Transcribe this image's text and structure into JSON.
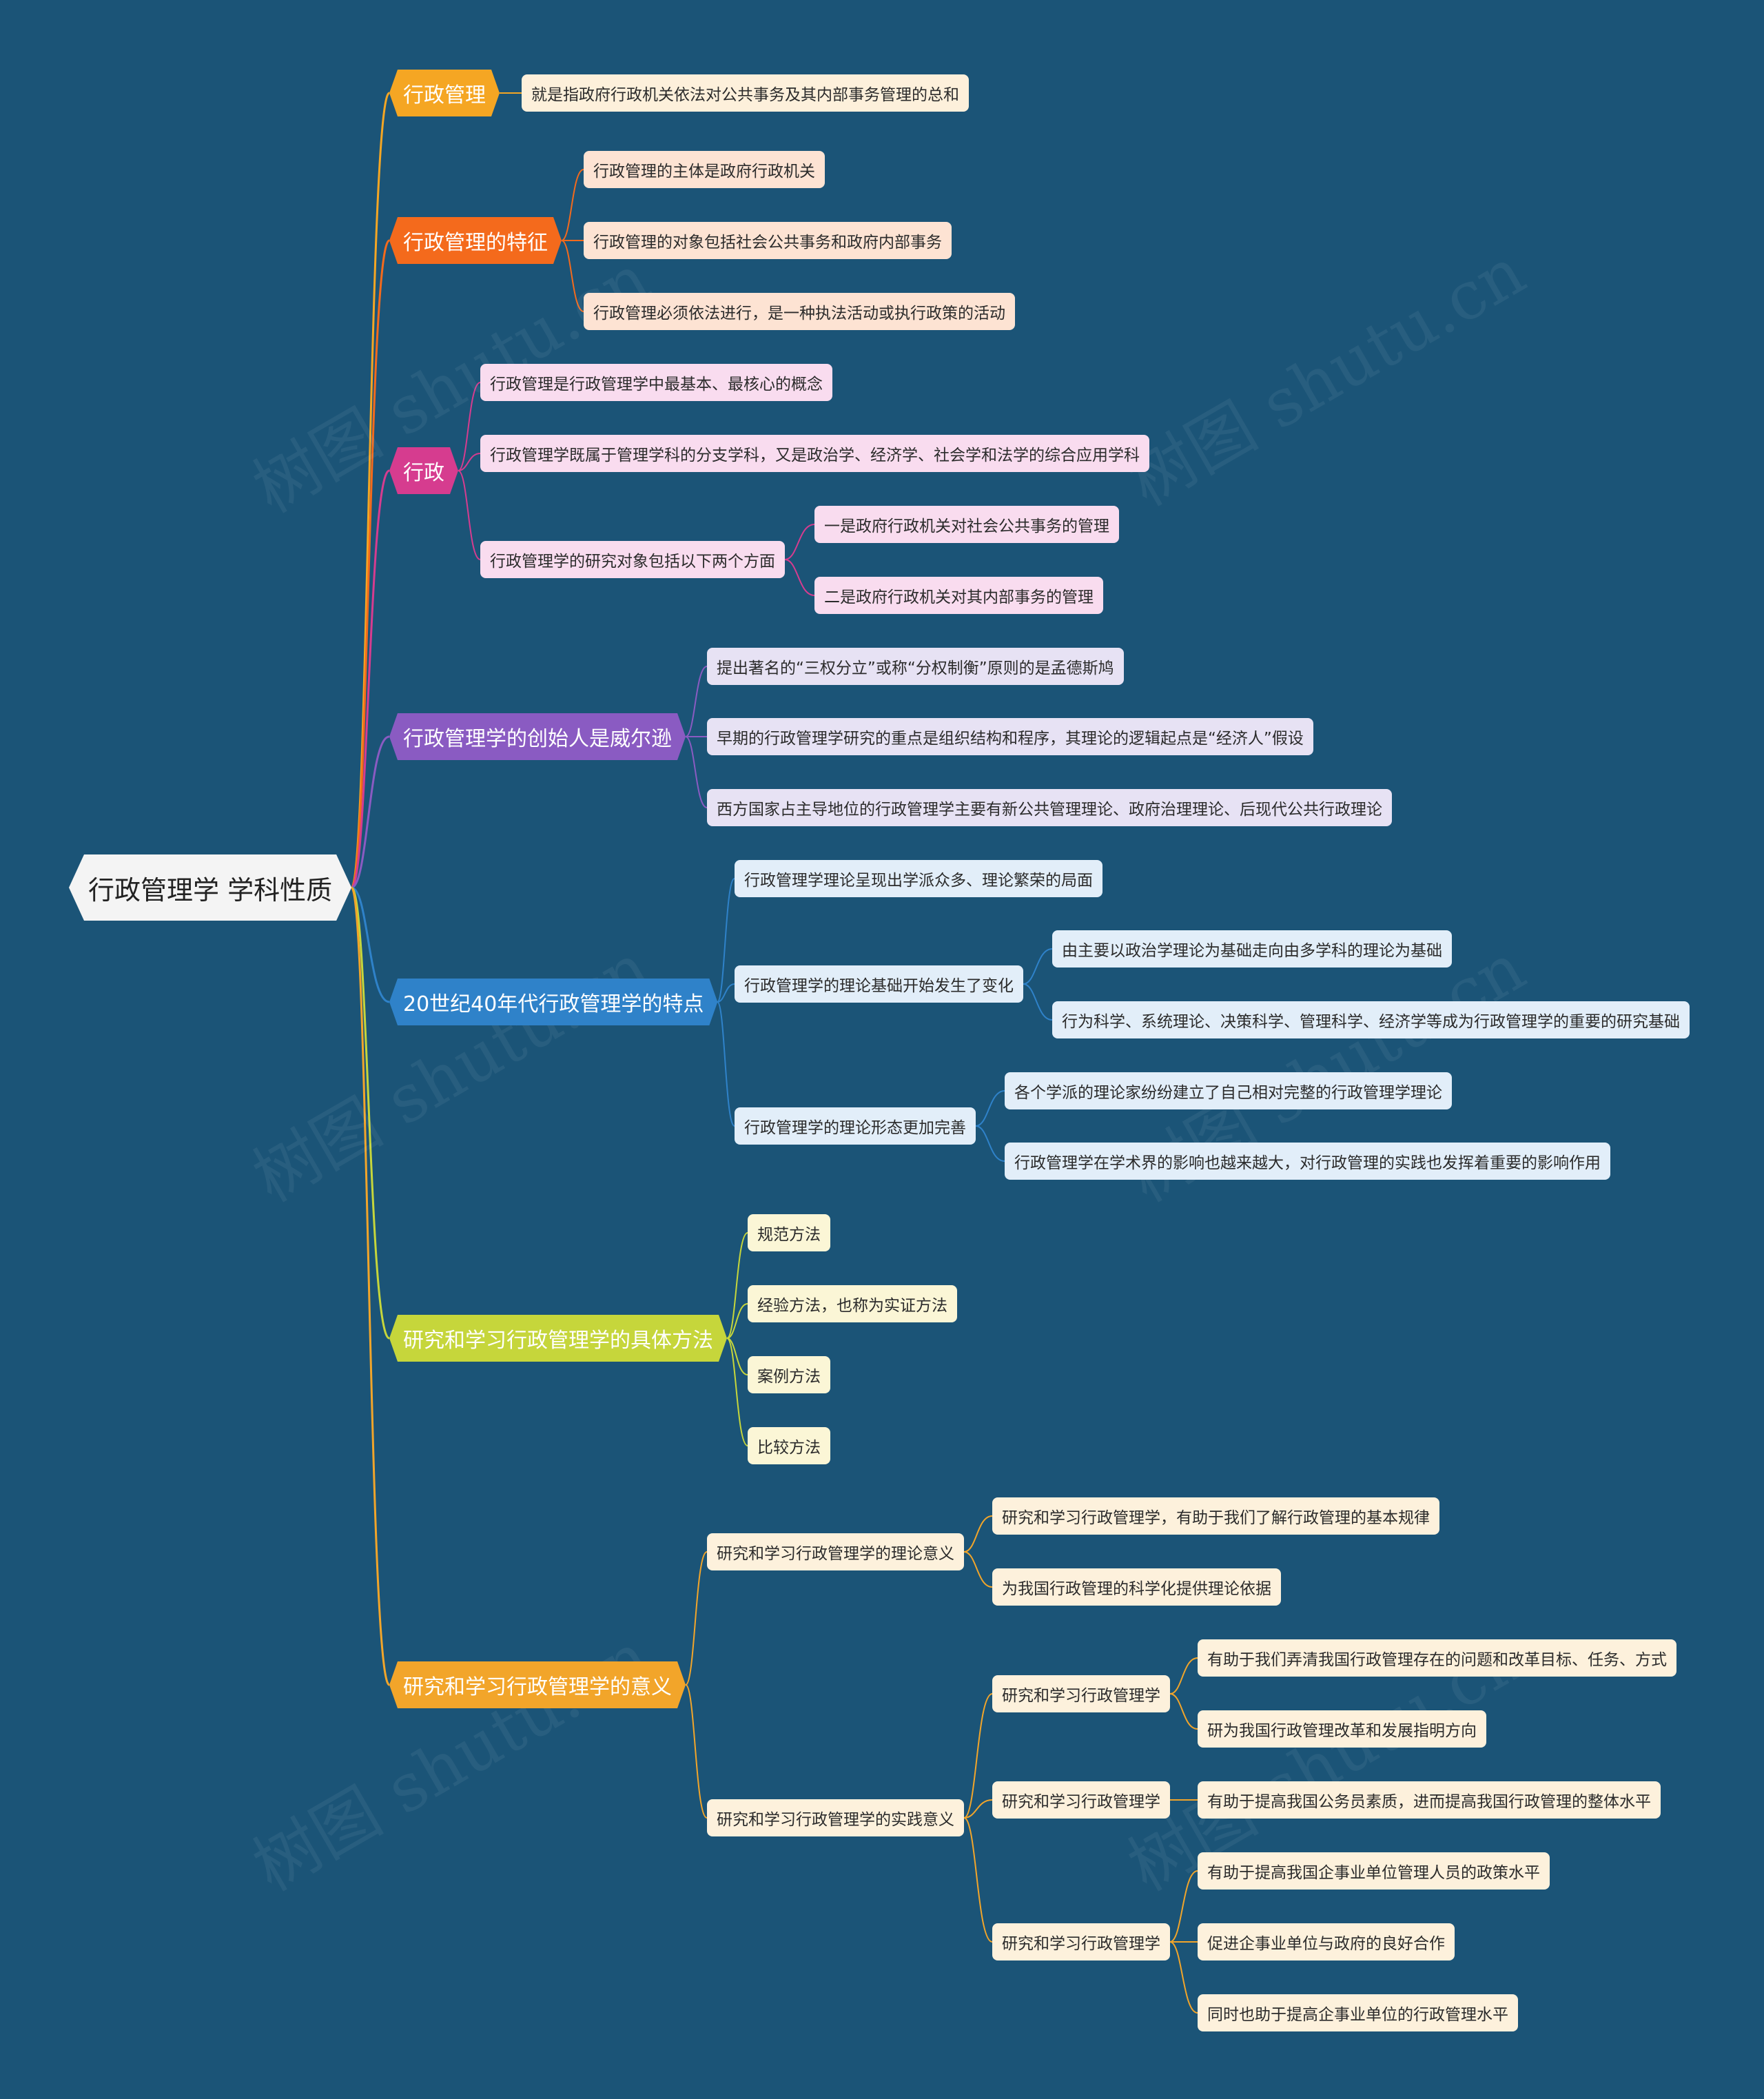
{
  "root": {
    "label": "行政管理学  学科性质"
  },
  "watermark": "树图 shutu.cn",
  "colors": {
    "background": "#1b5477",
    "branch_1": "#f5a623",
    "branch_2": "#f46a1c",
    "branch_3": "#d63c8f",
    "branch_4": "#8a5bc2",
    "branch_5": "#2f82c9",
    "branch_6": "#c6d63b",
    "branch_7": "#f2a52a"
  },
  "branches": [
    {
      "label": "行政管理",
      "children": [
        {
          "label": "就是指政府行政机关依法对公共事务及其内部事务管理的总和"
        }
      ]
    },
    {
      "label": "行政管理的特征",
      "children": [
        {
          "label": "行政管理的主体是政府行政机关"
        },
        {
          "label": "行政管理的对象包括社会公共事务和政府内部事务"
        },
        {
          "label": "行政管理必须依法进行，是一种执法活动或执行政策的活动"
        }
      ]
    },
    {
      "label": "行政",
      "children": [
        {
          "label": "行政管理是行政管理学中最基本、最核心的概念"
        },
        {
          "label": "行政管理学既属于管理学科的分支学科，又是政治学、经济学、社会学和法学的综合应用学科"
        },
        {
          "label": "行政管理学的研究对象包括以下两个方面",
          "children": [
            {
              "label": "一是政府行政机关对社会公共事务的管理"
            },
            {
              "label": "二是政府行政机关对其内部事务的管理"
            }
          ]
        }
      ]
    },
    {
      "label": "行政管理学的创始人是威尔逊",
      "children": [
        {
          "label": "提出著名的“三权分立”或称“分权制衡”原则的是孟德斯鸠"
        },
        {
          "label": "早期的行政管理学研究的重点是组织结构和程序，其理论的逻辑起点是“经济人”假设"
        },
        {
          "label": "西方国家占主导地位的行政管理学主要有新公共管理理论、政府治理理论、后现代公共行政理论"
        }
      ]
    },
    {
      "label": "20世纪40年代行政管理学的特点",
      "children": [
        {
          "label": "行政管理学理论呈现出学派众多、理论繁荣的局面"
        },
        {
          "label": "行政管理学的理论基础开始发生了变化",
          "children": [
            {
              "label": "由主要以政治学理论为基础走向由多学科的理论为基础"
            },
            {
              "label": "行为科学、系统理论、决策科学、管理科学、经济学等成为行政管理学的重要的研究基础"
            }
          ]
        },
        {
          "label": "行政管理学的理论形态更加完善",
          "children": [
            {
              "label": "各个学派的理论家纷纷建立了自己相对完整的行政管理学理论"
            },
            {
              "label": "行政管理学在学术界的影响也越来越大，对行政管理的实践也发挥着重要的影响作用"
            }
          ]
        }
      ]
    },
    {
      "label": "研究和学习行政管理学的具体方法",
      "children": [
        {
          "label": "规范方法"
        },
        {
          "label": "经验方法，也称为实证方法"
        },
        {
          "label": "案例方法"
        },
        {
          "label": "比较方法"
        }
      ]
    },
    {
      "label": "研究和学习行政管理学的意义",
      "children": [
        {
          "label": "研究和学习行政管理学的理论意义",
          "children": [
            {
              "label": "研究和学习行政管理学，有助于我们了解行政管理的基本规律"
            },
            {
              "label": "为我国行政管理的科学化提供理论依据"
            }
          ]
        },
        {
          "label": "研究和学习行政管理学的实践意义",
          "children": [
            {
              "label": "研究和学习行政管理学",
              "children": [
                {
                  "label": "有助于我们弄清我国行政管理存在的问题和改革目标、任务、方式"
                },
                {
                  "label": "研为我国行政管理改革和发展指明方向"
                }
              ]
            },
            {
              "label": "研究和学习行政管理学",
              "children": [
                {
                  "label": "有助于提高我国公务员素质，进而提高我国行政管理的整体水平"
                }
              ]
            },
            {
              "label": "研究和学习行政管理学",
              "children": [
                {
                  "label": "有助于提高我国企事业单位管理人员的政策水平"
                },
                {
                  "label": "促进企事业单位与政府的良好合作"
                },
                {
                  "label": "同时也助于提高企事业单位的行政管理水平"
                }
              ]
            }
          ]
        }
      ]
    }
  ]
}
